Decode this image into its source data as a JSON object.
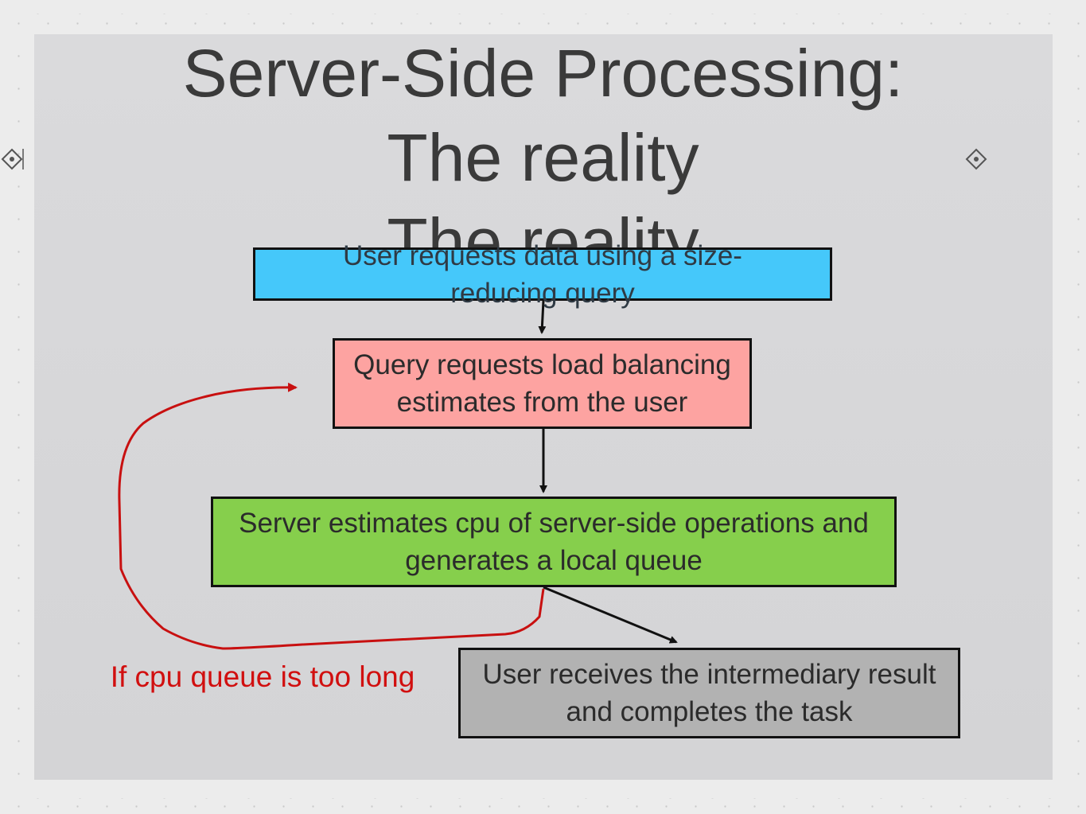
{
  "title": {
    "line1": "Server-Side Processing:",
    "line2": "The reality",
    "line3": "The reality"
  },
  "diagram": {
    "steps": [
      {
        "text": "User requests data using a size-reducing query",
        "color": "#45c8fa"
      },
      {
        "text": "Query requests load balancing estimates from the user",
        "color": "#fda3a1"
      },
      {
        "text": "Server estimates cpu of server-side operations and generates a local queue",
        "color": "#86cf4c"
      },
      {
        "text": "User receives the intermediary result and completes the task",
        "color": "#b2b2b2"
      }
    ],
    "loop_label": "If cpu queue is too long",
    "loop_color": "#d10f0f"
  }
}
